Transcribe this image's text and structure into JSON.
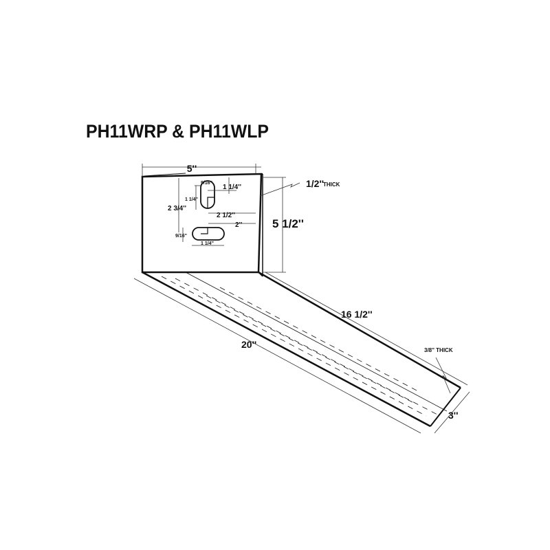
{
  "title": "PH11WRP & PH11WLP",
  "dimensions": {
    "panel_width": "5''",
    "panel_height": "5 1/2''",
    "panel_thickness": "1/2''",
    "panel_thick_word": "THICK",
    "slot_width_top": "9/16''",
    "slot_length_top": "1 1/4''",
    "slot_from_top": "1 1/4''",
    "slot_vertical_span": "2 3/4''",
    "slot_from_right_top": "2 1/2''",
    "slot_from_right_bottom": "2''",
    "slot_width_bottom": "9/16''",
    "slot_length_bottom": "1 1/4''",
    "ramp_short_length": "16 1/2''",
    "ramp_long_length": "20''",
    "ramp_thickness": "3/8'' THICK",
    "ramp_width": "3''"
  }
}
